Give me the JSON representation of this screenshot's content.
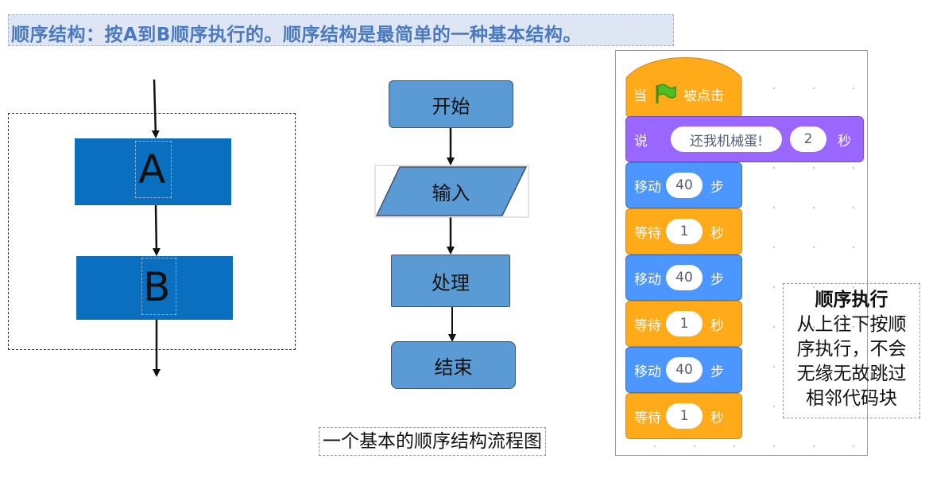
{
  "header": {
    "text": "顺序结构：按A到B顺序执行的。顺序结构是最简单的一种基本结构。"
  },
  "diagram_ab": {
    "block_a": "A",
    "block_b": "B"
  },
  "flowchart": {
    "start": "开始",
    "input": "输入",
    "process": "处理",
    "end": "结束",
    "caption": "一个基本的顺序结构流程图"
  },
  "scratch": {
    "hat": {
      "prefix": "当",
      "suffix": "被点击",
      "flag_icon": "green-flag-icon"
    },
    "say": {
      "label": "说",
      "message": "还我机械蛋!",
      "secs": "2",
      "unit": "秒"
    },
    "steps": [
      {
        "label": "移动",
        "value": "40",
        "unit": "步",
        "color": "#4c97ff"
      },
      {
        "label": "等待",
        "value": "1",
        "unit": "秒",
        "color": "#ffab19"
      },
      {
        "label": "移动",
        "value": "40",
        "unit": "步",
        "color": "#4c97ff"
      },
      {
        "label": "等待",
        "value": "1",
        "unit": "秒",
        "color": "#ffab19"
      },
      {
        "label": "移动",
        "value": "40",
        "unit": "步",
        "color": "#4c97ff"
      },
      {
        "label": "等待",
        "value": "1",
        "unit": "秒",
        "color": "#ffab19"
      }
    ]
  },
  "callout": {
    "title": "顺序执行",
    "lines": [
      "从上往下按顺",
      "序执行，不会",
      "无缘无故跳过",
      "相邻代码块"
    ]
  },
  "colors": {
    "banner_text": "#4a79bd",
    "block_blue": "#0a6fbf",
    "flow_blue": "#5b9bd5"
  }
}
